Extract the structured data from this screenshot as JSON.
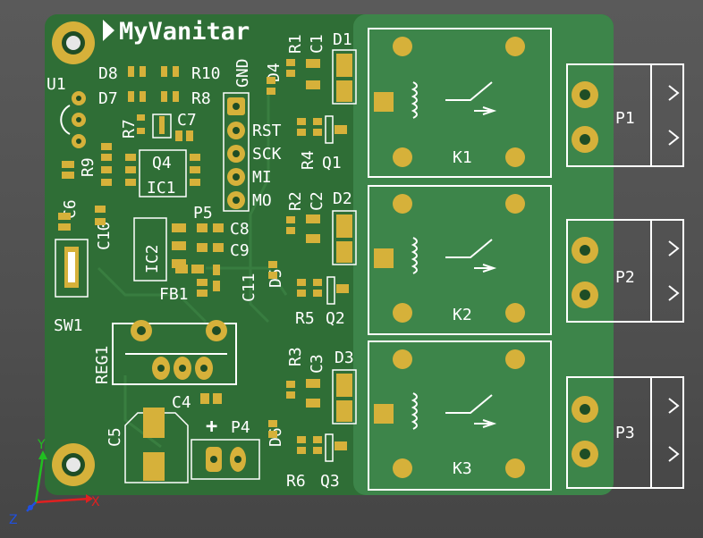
{
  "board": {
    "title": "MyVanitar",
    "mask_color": "#2f6e36",
    "outline_color": "#3f8a4d",
    "pad_color": "#d6b13a",
    "silk_color": "#ffffff"
  },
  "labels": {
    "u1": "U1",
    "d8": "D8",
    "d7": "D7",
    "r10": "R10",
    "r8": "R8",
    "r7": "R7",
    "c7": "C7",
    "gnd": "GND",
    "d4": "D4",
    "r1": "R1",
    "c1": "C1",
    "d1": "D1",
    "r9": "R9",
    "q4": "Q4",
    "ic1": "IC1",
    "c6": "C6",
    "c10": "C10",
    "rst": "RST",
    "sck": "SCK",
    "mi": "MI",
    "mo": "MO",
    "r4": "R4",
    "q1": "Q1",
    "k1": "K1",
    "p1": "P1",
    "p5": "P5",
    "ic2": "IC2",
    "c8": "C8",
    "c9": "C9",
    "fb1": "FB1",
    "c11": "C11",
    "r2": "R2",
    "c2": "C2",
    "d2": "D2",
    "d5": "D5",
    "r5": "R5",
    "q2": "Q2",
    "k2": "K2",
    "p2": "P2",
    "sw1": "SW1",
    "reg1": "REG1",
    "r3": "R3",
    "c3": "C3",
    "d3": "D3",
    "d6": "D6",
    "r6": "R6",
    "q3": "Q3",
    "k3": "K3",
    "p3": "P3",
    "c4": "C4",
    "c5": "C5",
    "plus": "+",
    "p4": "P4"
  },
  "axes": {
    "x": "X",
    "y": "Y",
    "z": "Z",
    "x_color": "#e02020",
    "y_color": "#20c020",
    "z_color": "#2050e0"
  }
}
